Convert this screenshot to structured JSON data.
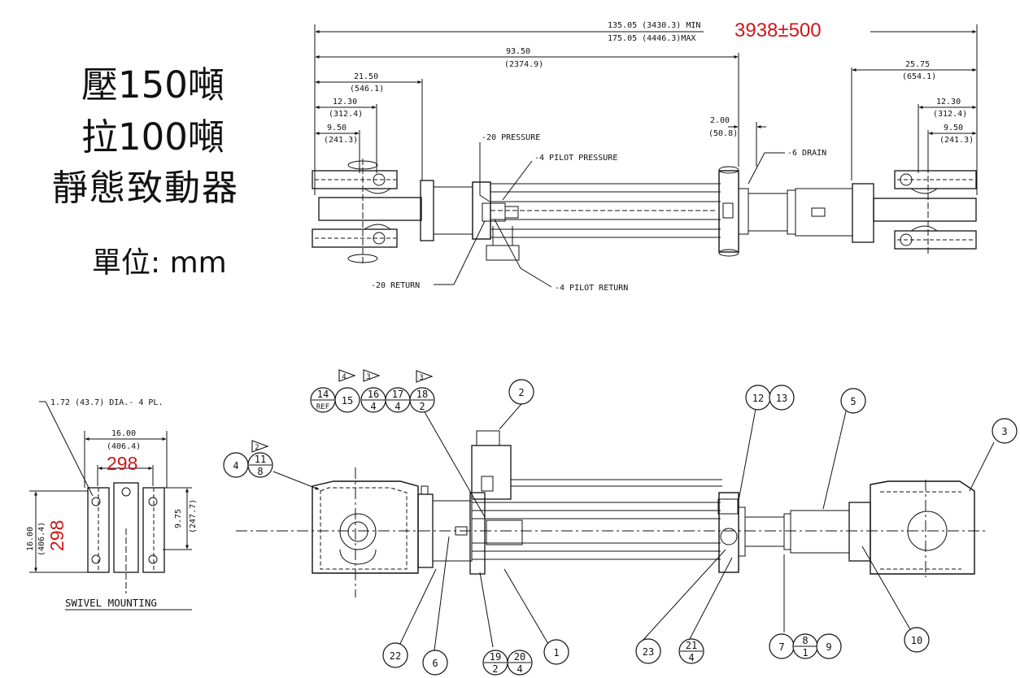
{
  "title": {
    "line1": "壓150噸",
    "line2": "拉100噸",
    "line3": "靜態致動器",
    "units": "單位: mm"
  },
  "top_view": {
    "overall_length": {
      "top": "135.05 (3430.3) MIN",
      "bottom": "175.05 (4446.3)MAX"
    },
    "red_overall": "3938±500",
    "dim_93": {
      "top": "93.50",
      "bottom": "(2374.9)"
    },
    "dim_21": {
      "top": "21.50",
      "bottom": "(546.1)"
    },
    "dim_12_left": {
      "top": "12.30",
      "bottom": "(312.4)"
    },
    "dim_9_left": {
      "top": "9.50",
      "bottom": "(241.3)"
    },
    "dim_2": {
      "top": "2.00",
      "bottom": "(50.8)"
    },
    "dim_25": {
      "top": "25.75",
      "bottom": "(654.1)"
    },
    "dim_12_right": {
      "top": "12.30",
      "bottom": "(312.4)"
    },
    "dim_9_right": {
      "top": "9.50",
      "bottom": "(241.3)"
    },
    "callouts": {
      "pressure": "-20 PRESSURE",
      "pilot_pressure": "-4 PILOT PRESSURE",
      "drain": "-6 DRAIN",
      "return": "-20 RETURN",
      "pilot_return": "-4 PILOT RETURN"
    }
  },
  "swivel": {
    "hole_note": "1.72 (43.7) DIA.- 4 PL.",
    "width": {
      "top": "16.00",
      "bottom": "(406.4)"
    },
    "red_width": "298",
    "height": {
      "top": "16.00",
      "bottom": "(406.4)"
    },
    "red_height": "298",
    "small": {
      "top": "9.75",
      "bottom": "(247.7)"
    },
    "caption": "SWIVEL MOUNTING"
  },
  "balloons": {
    "b14": {
      "top": "14",
      "bottom": "REF"
    },
    "b15": "15",
    "b16": {
      "top": "16",
      "bottom": "4"
    },
    "b17": {
      "top": "17",
      "bottom": "4"
    },
    "b18": {
      "top": "18",
      "bottom": "2"
    },
    "t4": "4",
    "t3a": "3",
    "t3b": "3",
    "b2": "2",
    "b12": "12",
    "b13": "13",
    "b5": "5",
    "b3": "3",
    "b4": "4",
    "t2": "2",
    "b11": {
      "top": "11",
      "bottom": "8"
    },
    "b22": "22",
    "b6": "6",
    "b19": {
      "top": "19",
      "bottom": "2"
    },
    "b20": {
      "top": "20",
      "bottom": "4"
    },
    "b1": "1",
    "b23": "23",
    "b21": {
      "top": "21",
      "bottom": "4"
    },
    "b7": "7",
    "b8": {
      "top": "8",
      "bottom": "1"
    },
    "b9": "9",
    "b10": "10"
  }
}
